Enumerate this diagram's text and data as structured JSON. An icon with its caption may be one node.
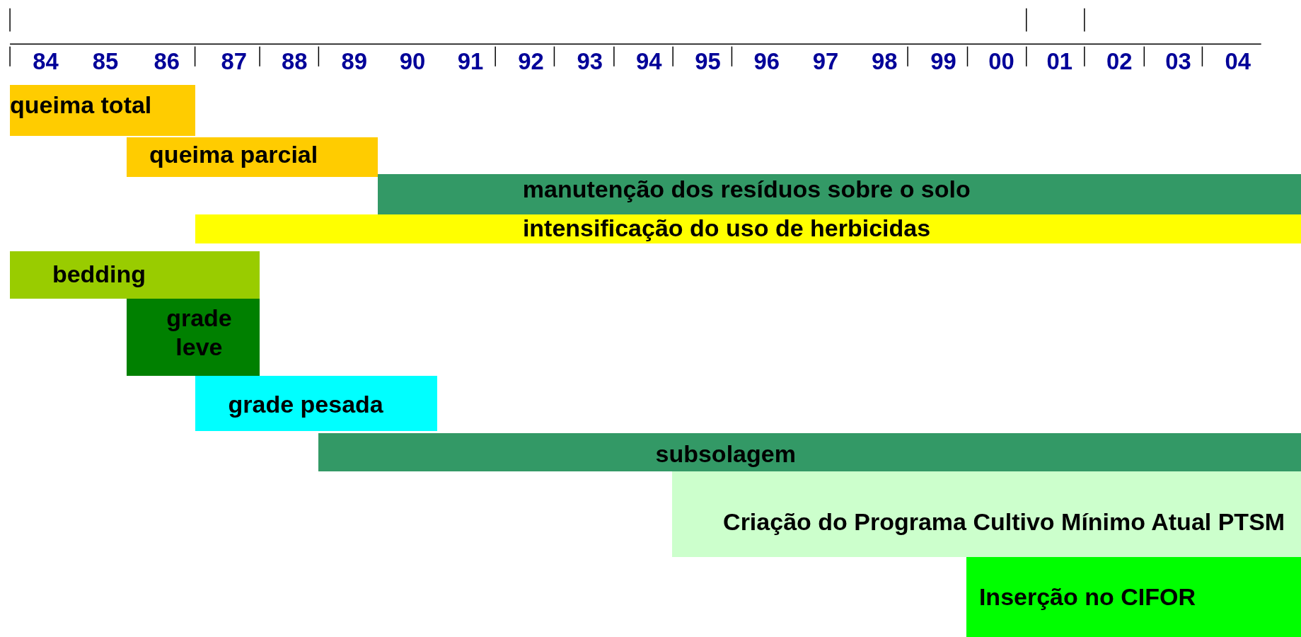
{
  "diagram": {
    "nodes": [
      {
        "text": [
          "queima total"
        ]
      },
      {
        "text": [
          "queima parcial"
        ]
      },
      {
        "text": [
          "manutenção dos resíduos sobre o solo"
        ]
      },
      {
        "text": [
          "intensificação do uso de herbicidas"
        ]
      },
      {
        "text": [
          "bedding"
        ]
      },
      {
        "text": [
          "grade leve"
        ]
      },
      {
        "text": [
          "grade pesada"
        ]
      },
      {
        "text": [
          "subsolagem"
        ]
      },
      {
        "text": [
          "Criação do Programa Cultivo Mínimo Atual PTSM"
        ]
      },
      {
        "text": [
          "Inserção no CIFOR"
        ]
      }
    ],
    "labels": [
      "84",
      "85",
      "86",
      "87",
      "88",
      "89",
      "90",
      "91",
      "92",
      "93",
      "94",
      "95",
      "96",
      "97",
      "98",
      "99",
      "00",
      "01",
      "02",
      "03",
      "04"
    ]
  }
}
